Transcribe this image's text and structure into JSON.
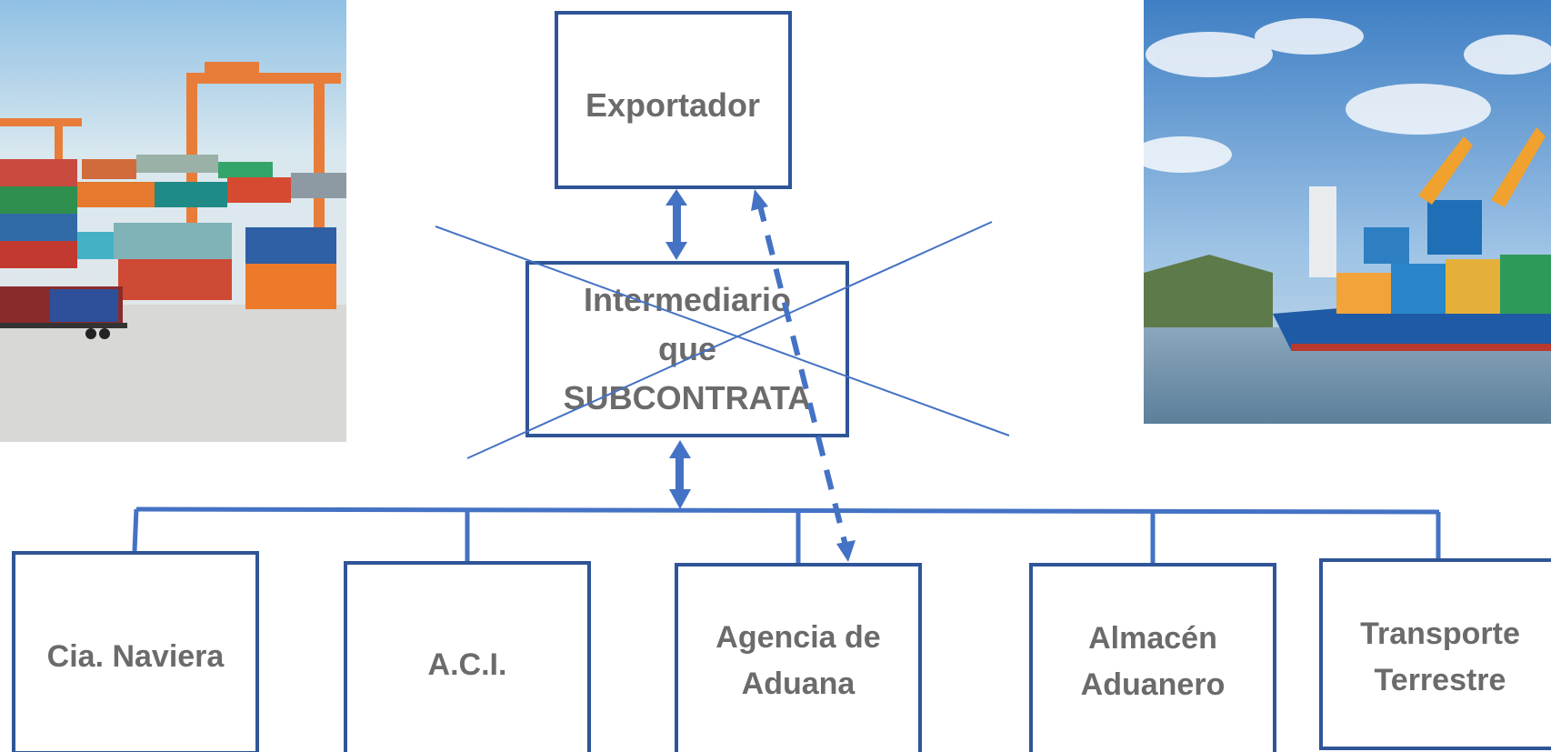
{
  "diagram": {
    "top_node": {
      "label": "Exportador"
    },
    "middle_node": {
      "lines": [
        "Intermediario",
        "que",
        "SUBCONTRATA"
      ]
    },
    "bottom_nodes": [
      {
        "lines": [
          "Cia. Naviera"
        ]
      },
      {
        "lines": [
          "A.C.I."
        ]
      },
      {
        "lines": [
          "Agencia de",
          "Aduana"
        ]
      },
      {
        "lines": [
          "Almacén",
          "Aduanero"
        ]
      },
      {
        "lines": [
          "Transporte",
          "Terrestre"
        ]
      }
    ],
    "middle_node_crossed_out": true
  },
  "colors": {
    "box_border": "#2f5597",
    "connector": "#4472c4",
    "label_text": "#6b6b6b"
  }
}
